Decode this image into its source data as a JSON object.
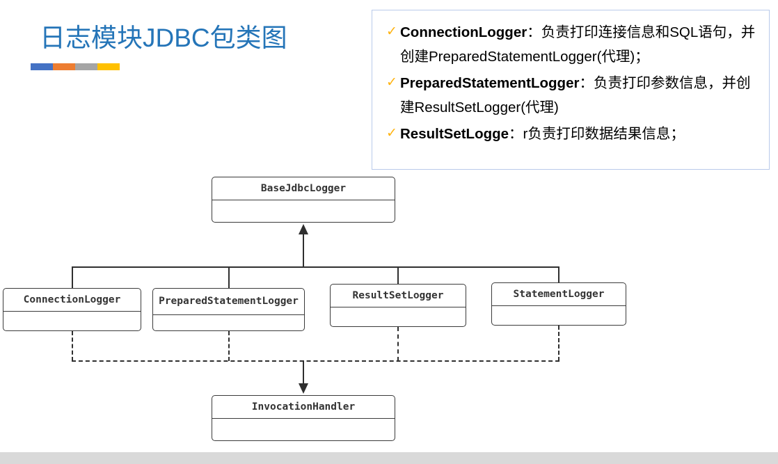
{
  "slide": {
    "title": "日志模块JDBC包类图",
    "title_color": "#2575b8",
    "background": "#ffffff",
    "footer_strip_color": "#d9d9d9",
    "accent_bar": [
      {
        "name": "blue",
        "color": "#4472c4",
        "width": 32
      },
      {
        "name": "orange",
        "color": "#ed7d31",
        "width": 32
      },
      {
        "name": "gray",
        "color": "#a5a5a5",
        "width": 32
      },
      {
        "name": "yellow",
        "color": "#ffc000",
        "width": 32
      }
    ]
  },
  "legend": {
    "border_color": "#b9caea",
    "check_color": "#ffb310",
    "check_glyph": "✓",
    "items": [
      {
        "bold": "ConnectionLogger",
        "rest": "：负责打印连接信息和SQL语句，并创建PreparedStatementLogger(代理)；"
      },
      {
        "bold": "PreparedStatementLogger",
        "rest": "：负责打印参数信息，并创建ResultSetLogger(代理)"
      },
      {
        "bold": "ResultSetLogge",
        "rest": "：r负责打印数据结果信息；"
      }
    ]
  },
  "diagram": {
    "type": "uml-class-diagram",
    "line_color": "#2f2f2f",
    "box_border_color": "#3a3a3a",
    "base_class": {
      "name": "BaseJdbcLogger"
    },
    "subclasses": [
      {
        "name": "ConnectionLogger"
      },
      {
        "name": "PreparedStatementLogger"
      },
      {
        "name": "ResultSetLogger"
      },
      {
        "name": "StatementLogger"
      }
    ],
    "interface": {
      "name": "InvocationHandler"
    },
    "relations": [
      {
        "kind": "generalization",
        "style": "solid",
        "from": "ConnectionLogger",
        "to": "BaseJdbcLogger"
      },
      {
        "kind": "generalization",
        "style": "solid",
        "from": "PreparedStatementLogger",
        "to": "BaseJdbcLogger"
      },
      {
        "kind": "generalization",
        "style": "solid",
        "from": "ResultSetLogger",
        "to": "BaseJdbcLogger"
      },
      {
        "kind": "generalization",
        "style": "solid",
        "from": "StatementLogger",
        "to": "BaseJdbcLogger"
      },
      {
        "kind": "realization",
        "style": "dashed",
        "from": "ConnectionLogger",
        "to": "InvocationHandler"
      },
      {
        "kind": "realization",
        "style": "dashed",
        "from": "PreparedStatementLogger",
        "to": "InvocationHandler"
      },
      {
        "kind": "realization",
        "style": "dashed",
        "from": "ResultSetLogger",
        "to": "InvocationHandler"
      },
      {
        "kind": "realization",
        "style": "dashed",
        "from": "StatementLogger",
        "to": "InvocationHandler"
      }
    ]
  }
}
